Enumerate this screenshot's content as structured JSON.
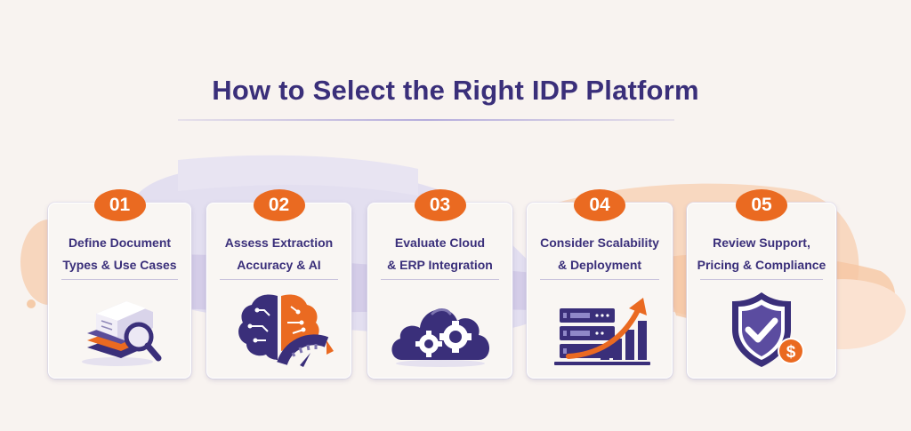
{
  "header": {
    "title": "How to Select the Right IDP Platform"
  },
  "colors": {
    "background": "#f8f3f0",
    "primary_purple": "#3a2f7a",
    "accent_orange": "#ea6a21",
    "light_purple": "#dcd6ec",
    "light_orange": "#f8d2b5"
  },
  "steps": [
    {
      "number": "01",
      "title": "Define Document\nTypes & Use Cases",
      "icon": "document-stack-magnifier-icon"
    },
    {
      "number": "02",
      "title": "Assess Extraction\nAccuracy & AI",
      "icon": "brain-circuit-gauge-icon"
    },
    {
      "number": "03",
      "title": "Evaluate Cloud\n& ERP Integration",
      "icon": "cloud-gears-icon"
    },
    {
      "number": "04",
      "title": "Consider Scalability\n& Deployment",
      "icon": "server-growth-arrow-icon"
    },
    {
      "number": "05",
      "title": "Review Support,\nPricing & Compliance",
      "icon": "shield-check-dollar-icon"
    }
  ]
}
